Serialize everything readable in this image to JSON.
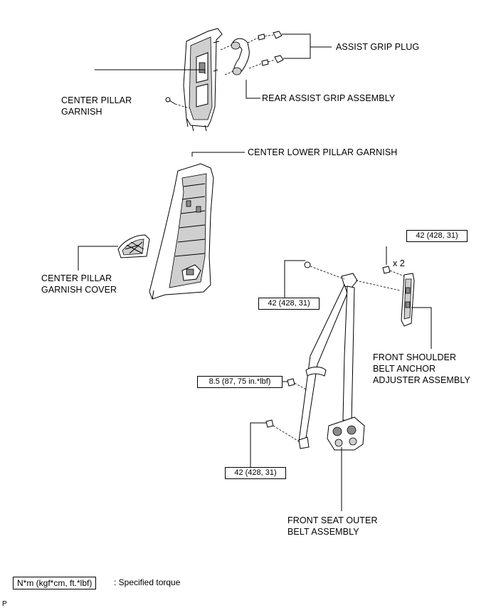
{
  "labels": {
    "assist_grip_plug": "ASSIST GRIP PLUG",
    "rear_assist_grip_assembly": "REAR ASSIST GRIP ASSEMBLY",
    "center_pillar_garnish_l1": "CENTER PILLAR",
    "center_pillar_garnish_l2": "GARNISH",
    "center_lower_pillar_garnish": "CENTER LOWER PILLAR GARNISH",
    "center_pillar_garnish_cover_l1": "CENTER PILLAR",
    "center_pillar_garnish_cover_l2": "GARNISH COVER",
    "front_shoulder_l1": "FRONT SHOULDER",
    "front_shoulder_l2": "BELT ANCHOR",
    "front_shoulder_l3": "ADJUSTER ASSEMBLY",
    "front_seat_outer_l1": "FRONT SEAT OUTER",
    "front_seat_outer_l2": "BELT ASSEMBLY",
    "quantity_x2": "x 2"
  },
  "torques": {
    "upper_right": "42 (428, 31)",
    "upper_anchor": "42 (428, 31)",
    "middle": "8.5 (87, 75 in.*lbf)",
    "lower": "42 (428, 31)"
  },
  "legend": {
    "unit_box": "N*m (kgf*cm, ft.*lbf)",
    "description": ": Specified torque"
  },
  "corner_mark": "P"
}
